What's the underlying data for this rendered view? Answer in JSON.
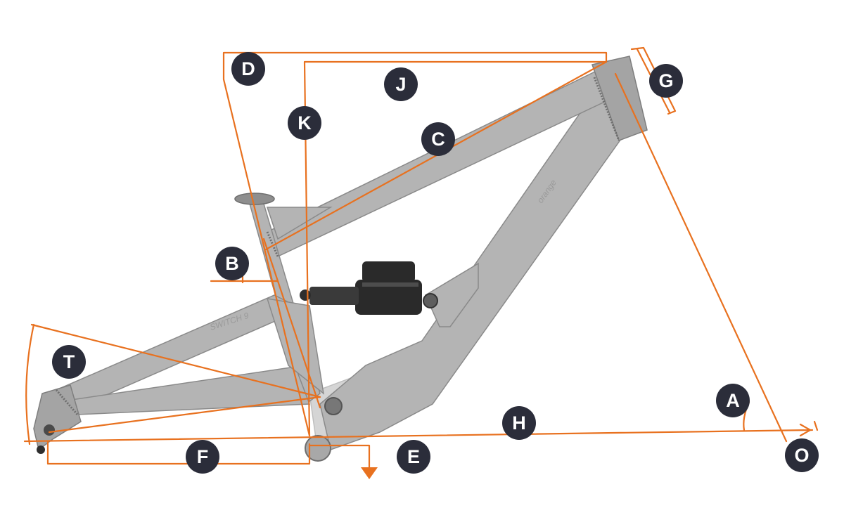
{
  "diagram": {
    "frame_logos": {
      "seatstay_logo": "SWITCH 9",
      "downtube_logo": "orange"
    },
    "labels": [
      {
        "id": "A",
        "text": "A"
      },
      {
        "id": "B",
        "text": "B"
      },
      {
        "id": "C",
        "text": "C"
      },
      {
        "id": "D",
        "text": "D"
      },
      {
        "id": "E",
        "text": "E"
      },
      {
        "id": "F",
        "text": "F"
      },
      {
        "id": "G",
        "text": "G"
      },
      {
        "id": "H",
        "text": "H"
      },
      {
        "id": "J",
        "text": "J"
      },
      {
        "id": "K",
        "text": "K"
      },
      {
        "id": "O",
        "text": "O"
      },
      {
        "id": "T",
        "text": "T"
      }
    ],
    "colors": {
      "measure_line": "#e8711f",
      "badge_fill": "#2b2d3a",
      "badge_text": "#ffffff",
      "frame_fill": "#b4b4b4",
      "shock_body": "#2a2a2a"
    }
  }
}
